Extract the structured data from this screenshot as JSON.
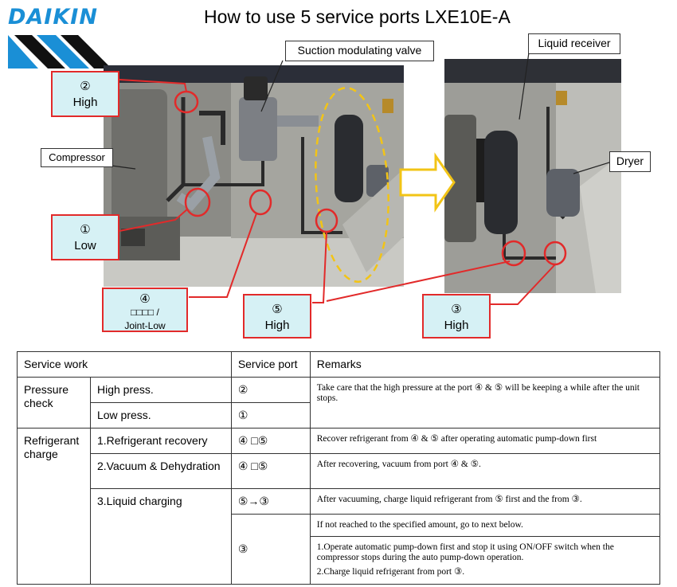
{
  "brand": {
    "logo_text": "DAIKIN",
    "logo_color": "#1a8fd6"
  },
  "title": "How to use 5 service ports LXE10E-A",
  "labels": {
    "suction_valve": "Suction modulating valve",
    "liquid_receiver": "Liquid receiver",
    "compressor": "Compressor",
    "dryer": "Dryer"
  },
  "callouts": {
    "p2": {
      "num": "②",
      "text": "High"
    },
    "p1": {
      "num": "①",
      "text": "Low"
    },
    "p4": {
      "num": "④",
      "text1": "□□□□  /",
      "text2": "Joint-Low"
    },
    "p5": {
      "num": "⑤",
      "text": "High"
    },
    "p3": {
      "num": "③",
      "text": "High"
    }
  },
  "colors": {
    "callout_fill": "#d6f1f5",
    "callout_border": "#e22a2a",
    "highlight_ellipse": "#f2c416",
    "arrow": "#f2c416"
  },
  "table": {
    "headers": {
      "work": "Service work",
      "port": "Service port",
      "remarks": "Remarks"
    },
    "pressure": {
      "label": "Pressure check",
      "high": {
        "item": "High press.",
        "port": "②",
        "remark": "Take care that the high pressure at the port ④ & ⑤ will be keeping a while after the unit stops."
      },
      "low": {
        "item": "Low press.",
        "port": "①"
      }
    },
    "refrigerant": {
      "label": "Refrigerant charge",
      "recovery": {
        "item": "1.Refrigerant recovery",
        "port": "④ □⑤",
        "remark": "Recover refrigerant from ④ & ⑤ after operating automatic pump-down first"
      },
      "vacuum": {
        "item": "2.Vacuum & Dehydration",
        "port": "④ □⑤",
        "remark": "After recovering, vacuum from port ④ & ⑤."
      },
      "liquid": {
        "item": "3.Liquid charging",
        "port1": "⑤→③",
        "remark1": "After vacuuming, charge liquid refrigerant from ⑤ first and the from ③.",
        "port2": "③",
        "remark2": "If not reached to the specified amount, go to next below.",
        "remark3": "1.Operate automatic pump-down first and stop it using ON/OFF switch when the    compressor stops during the auto pump-down operation.",
        "remark4": "2.Charge liquid refrigerant from port ③."
      }
    }
  }
}
